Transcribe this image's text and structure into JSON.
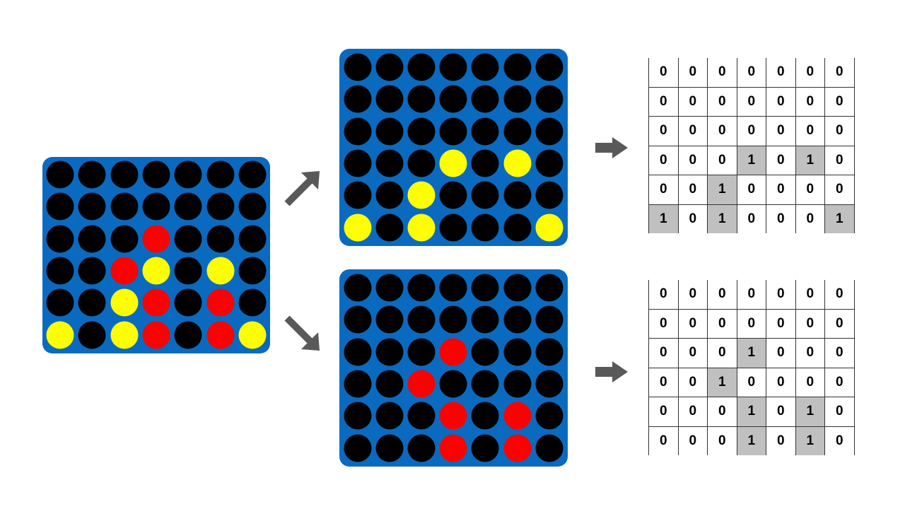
{
  "colors": {
    "board": "#0a6abf",
    "empty": "#000000",
    "yellow": "#ffff00",
    "red": "#ff0000",
    "highlight": "#c0c0c0",
    "arrow": "#595959"
  },
  "boards": {
    "original": [
      [
        "k",
        "k",
        "k",
        "k",
        "k",
        "k",
        "k"
      ],
      [
        "k",
        "k",
        "k",
        "k",
        "k",
        "k",
        "k"
      ],
      [
        "k",
        "k",
        "k",
        "r",
        "k",
        "k",
        "k"
      ],
      [
        "k",
        "k",
        "r",
        "y",
        "k",
        "y",
        "k"
      ],
      [
        "k",
        "k",
        "y",
        "r",
        "k",
        "r",
        "k"
      ],
      [
        "y",
        "k",
        "y",
        "r",
        "k",
        "r",
        "y"
      ]
    ],
    "yellow_only": [
      [
        "k",
        "k",
        "k",
        "k",
        "k",
        "k",
        "k"
      ],
      [
        "k",
        "k",
        "k",
        "k",
        "k",
        "k",
        "k"
      ],
      [
        "k",
        "k",
        "k",
        "k",
        "k",
        "k",
        "k"
      ],
      [
        "k",
        "k",
        "k",
        "y",
        "k",
        "y",
        "k"
      ],
      [
        "k",
        "k",
        "y",
        "k",
        "k",
        "k",
        "k"
      ],
      [
        "y",
        "k",
        "y",
        "k",
        "k",
        "k",
        "y"
      ]
    ],
    "red_only": [
      [
        "k",
        "k",
        "k",
        "k",
        "k",
        "k",
        "k"
      ],
      [
        "k",
        "k",
        "k",
        "k",
        "k",
        "k",
        "k"
      ],
      [
        "k",
        "k",
        "k",
        "r",
        "k",
        "k",
        "k"
      ],
      [
        "k",
        "k",
        "r",
        "k",
        "k",
        "k",
        "k"
      ],
      [
        "k",
        "k",
        "k",
        "r",
        "k",
        "r",
        "k"
      ],
      [
        "k",
        "k",
        "k",
        "r",
        "k",
        "r",
        "k"
      ]
    ]
  },
  "matrices": {
    "yellow": [
      [
        "0",
        "0",
        "0",
        "0",
        "0",
        "0",
        "0"
      ],
      [
        "0",
        "0",
        "0",
        "0",
        "0",
        "0",
        "0"
      ],
      [
        "0",
        "0",
        "0",
        "0",
        "0",
        "0",
        "0"
      ],
      [
        "0",
        "0",
        "0",
        "1",
        "0",
        "1",
        "0"
      ],
      [
        "0",
        "0",
        "1",
        "0",
        "0",
        "0",
        "0"
      ],
      [
        "1",
        "0",
        "1",
        "0",
        "0",
        "0",
        "1"
      ]
    ],
    "red": [
      [
        "0",
        "0",
        "0",
        "0",
        "0",
        "0",
        "0"
      ],
      [
        "0",
        "0",
        "0",
        "0",
        "0",
        "0",
        "0"
      ],
      [
        "0",
        "0",
        "0",
        "1",
        "0",
        "0",
        "0"
      ],
      [
        "0",
        "0",
        "1",
        "0",
        "0",
        "0",
        "0"
      ],
      [
        "0",
        "0",
        "0",
        "1",
        "0",
        "1",
        "0"
      ],
      [
        "0",
        "0",
        "0",
        "1",
        "0",
        "1",
        "0"
      ]
    ]
  },
  "arrows": [
    "arrow-up-right",
    "arrow-down-right",
    "arrow-right",
    "arrow-right"
  ]
}
